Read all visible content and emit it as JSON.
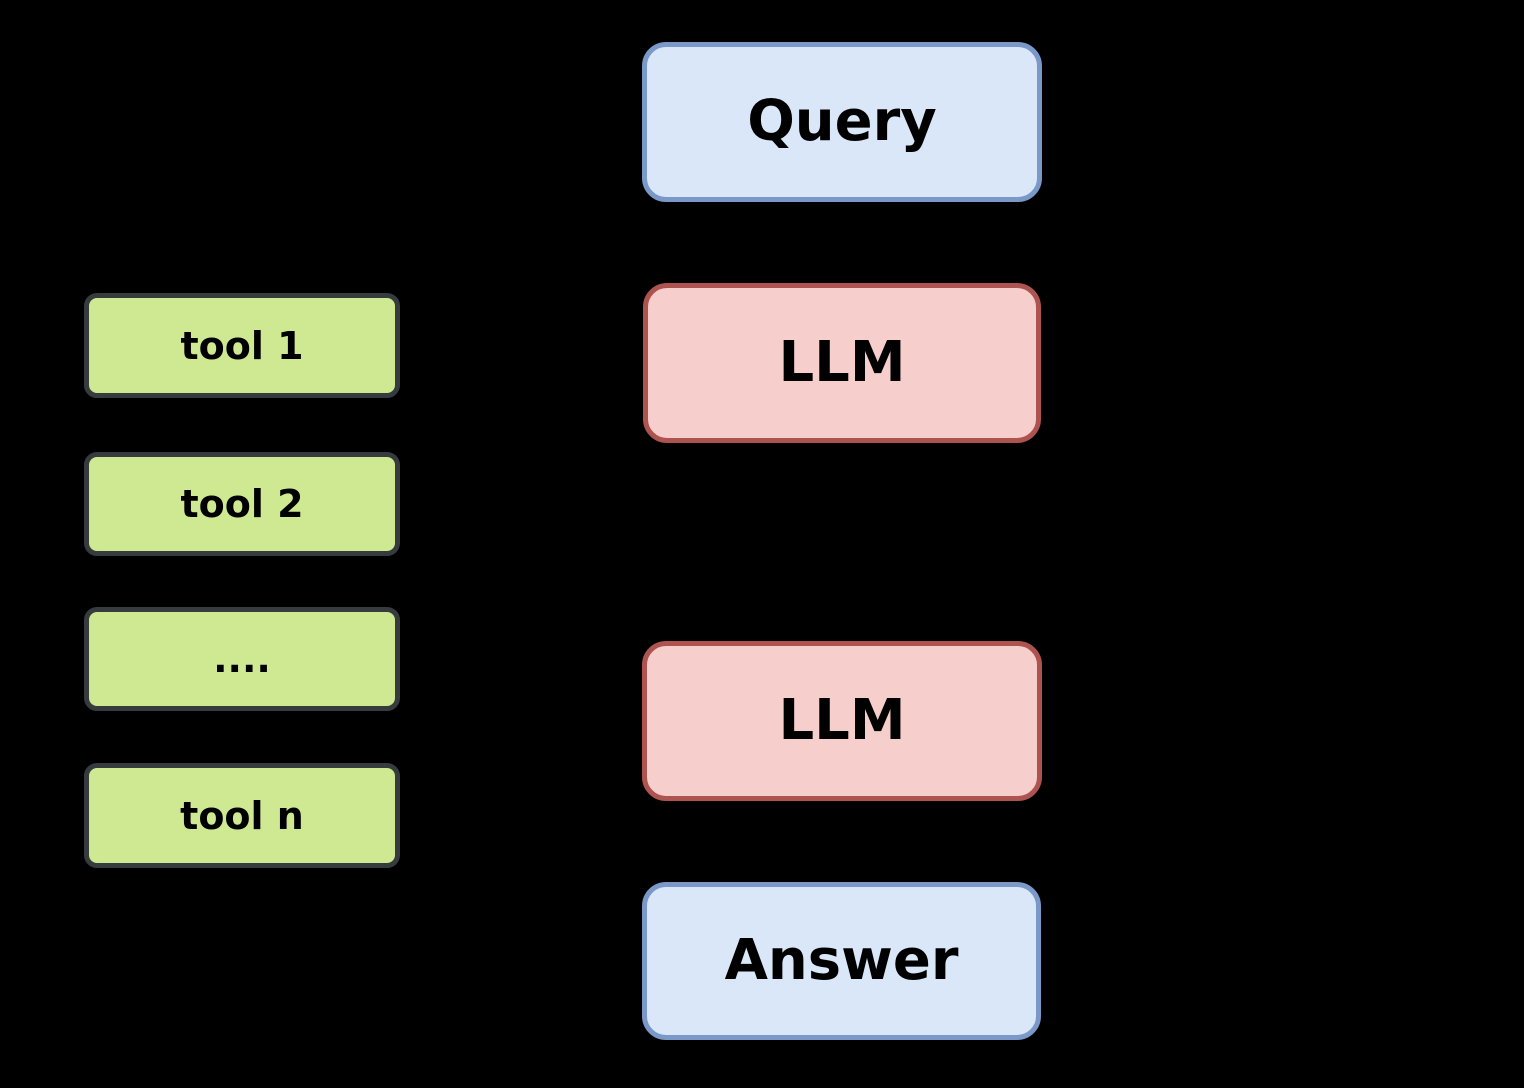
{
  "colors": {
    "background": "#000000",
    "io_fill": "#dae7f8",
    "io_border": "#7b99c8",
    "llm_fill": "#f6cecc",
    "llm_border": "#ad5450",
    "tool_fill": "#cfe992",
    "tool_border": "#363b3e",
    "text": "#000000"
  },
  "flow": {
    "query": "Query",
    "llm_top": "LLM",
    "llm_bottom": "LLM",
    "answer": "Answer"
  },
  "tools": {
    "tool1": "tool 1",
    "tool2": "tool 2",
    "ellipsis": "....",
    "tooln": "tool n"
  }
}
